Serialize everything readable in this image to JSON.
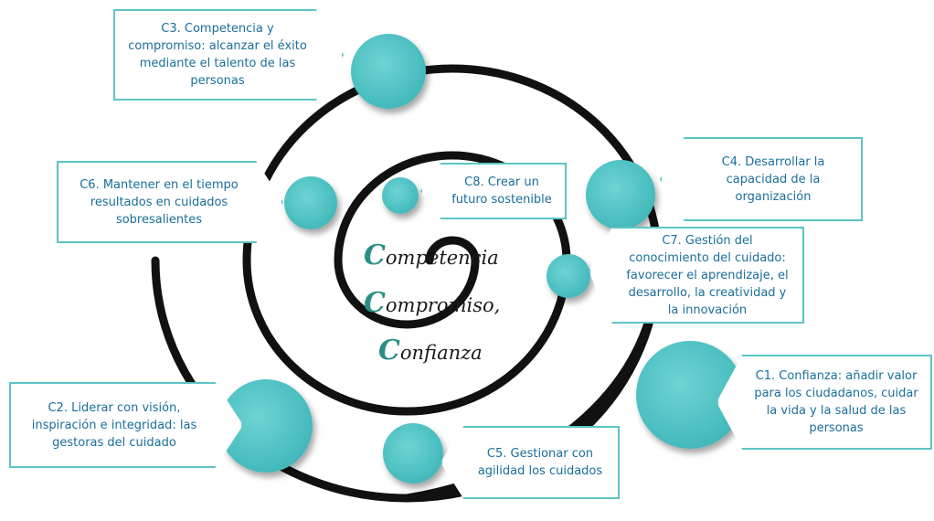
{
  "center_title": {
    "line1": {
      "initial": "C",
      "rest": "ompetencia"
    },
    "line2": {
      "initial": "C",
      "rest": "ompromiso,"
    },
    "line3": {
      "initial": "C",
      "rest": "onfianza"
    }
  },
  "callouts": [
    {
      "id": "c3",
      "lines": [
        "C3. Competencia y",
        "compromiso: alcanzar el éxito",
        "mediante el talento de las",
        "personas"
      ]
    },
    {
      "id": "c4",
      "lines": [
        "C4. Desarrollar la",
        "capacidad de la",
        "organización"
      ]
    },
    {
      "id": "c6",
      "lines": [
        "C6. Mantener en el tiempo",
        "resultados en cuidados",
        "sobresalientes"
      ]
    },
    {
      "id": "c8",
      "lines": [
        "C8. Crear un",
        "futuro sostenible"
      ]
    },
    {
      "id": "c7",
      "lines": [
        "C7. Gestión  del",
        "conocimiento del cuidado:",
        "favorecer el aprendizaje, el",
        "desarrollo, la creatividad y",
        "la  innovación"
      ]
    },
    {
      "id": "c1",
      "lines": [
        "C1. Confianza: añadir valor",
        "para los ciudadanos, cuidar",
        "la vida y la salud de las",
        "personas"
      ]
    },
    {
      "id": "c2",
      "lines": [
        "C2. Liderar con visión,",
        "inspiración e integridad: las",
        "gestoras del cuidado"
      ]
    },
    {
      "id": "c5",
      "lines": [
        "C5. Gestionar con",
        "agilidad los cuidados"
      ]
    }
  ],
  "colors": {
    "accent": "#4dc0c2",
    "text": "#1a6e9a",
    "spiral": "#111111"
  }
}
